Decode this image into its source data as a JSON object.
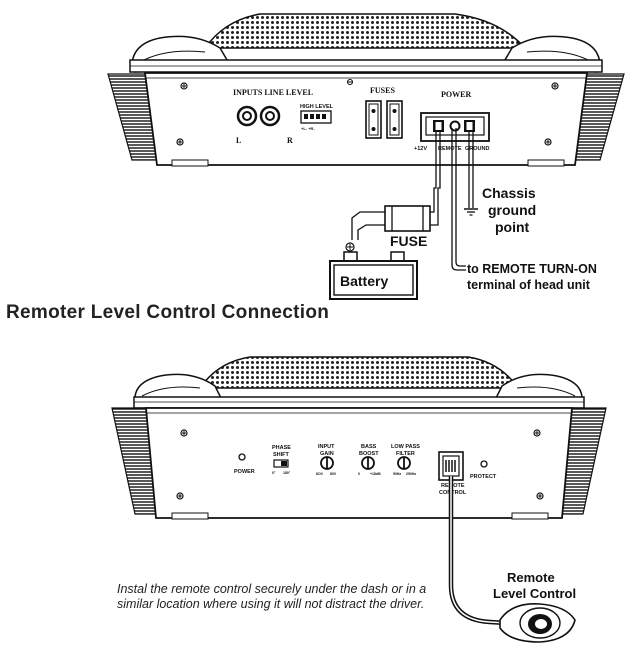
{
  "top_diagram": {
    "inputs_label": "INPUTS LINE  LEVEL",
    "left_channel": "L",
    "right_channel": "R",
    "high_level_label": "HIGH LEVEL",
    "high_level_pins": "+L- +R-",
    "fuses_label": "FUSES",
    "power_label": "POWER",
    "terminal_12v": "+12V",
    "terminal_remote": "REMOTE",
    "terminal_ground": "GROUND",
    "chassis_line1": "Chassis",
    "chassis_line2": "ground",
    "chassis_line3": "point",
    "fuse_label": "FUSE",
    "battery_label": "Battery",
    "remote_line1": "to REMOTE TURN-ON",
    "remote_line2": "terminal of head unit"
  },
  "section_heading": "Remoter Level Control Connection",
  "bottom_diagram": {
    "power_led": "POWER",
    "phase_shift_line1": "PHASE",
    "phase_shift_line2": "SHIFT",
    "phase_min": "0°",
    "phase_max": "180°",
    "input_gain_line1": "INPUT",
    "input_gain_line2": "GAIN",
    "gain_min": "8OV",
    "gain_max": "80V",
    "bass_boost_line1": "BASS",
    "bass_boost_line2": "BOOST",
    "bass_min": "0",
    "bass_max": "+18dB",
    "low_pass_line1": "LOW PASS",
    "low_pass_line2": "FILTER",
    "lp_min": "50Hz",
    "lp_max": "250Hz",
    "remote_control_line1": "REMOTE",
    "remote_control_line2": "CONTROL",
    "protect_led": "PROTECT",
    "remote_level_line1": "Remote",
    "remote_level_line2": "Level Control"
  },
  "instruction_text": "Instal the remote control securely under the dash or in a similar location where using it will not distract the driver."
}
